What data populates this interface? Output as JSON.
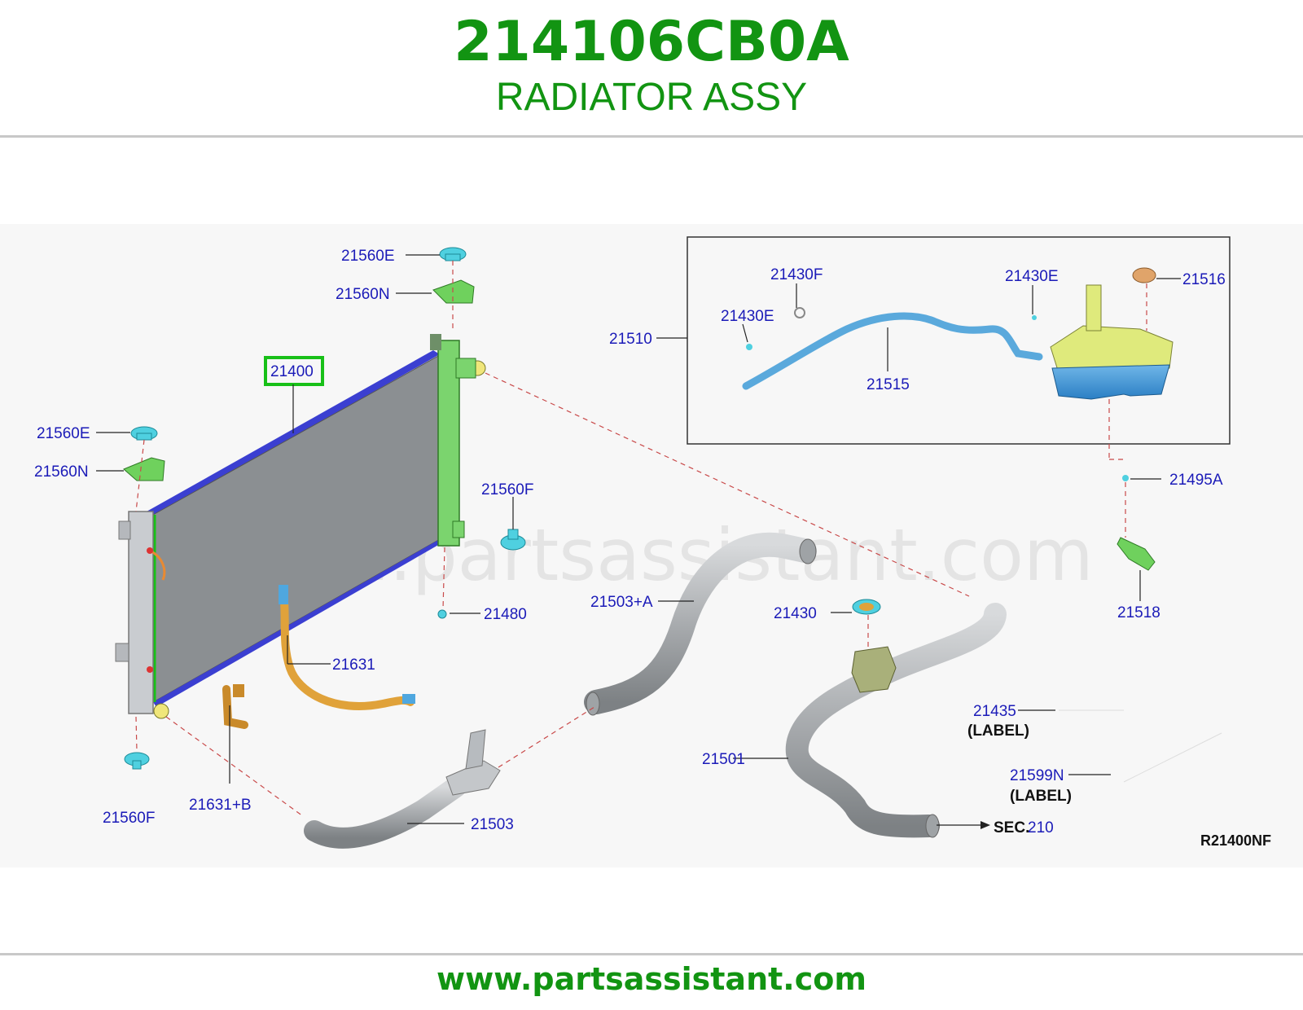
{
  "header": {
    "part_number": "214106CB0A",
    "part_name": "RADIATOR ASSY"
  },
  "diagram": {
    "watermark": "www.partsassistant.com",
    "reference_code": "R21400NF",
    "highlight_color": "#18c018",
    "callouts": {
      "c21560E_top": "21560E",
      "c21560N_top": "21560N",
      "c21400": "21400",
      "c21560E_left": "21560E",
      "c21560N_left": "21560N",
      "c21560F_right": "21560F",
      "c21480": "21480",
      "c21631": "21631",
      "c21631B": "21631+B",
      "c21560F_bottom": "21560F",
      "c21503": "21503",
      "c21503A": "21503+A",
      "c21430": "21430",
      "c21501": "21501",
      "c21510": "21510",
      "c21430F": "21430F",
      "c21430E_left": "21430E",
      "c21430E_right": "21430E",
      "c21515": "21515",
      "c21516": "21516",
      "c21495A": "21495A",
      "c21518": "21518",
      "c21435": "21435",
      "c21435_note": "(LABEL)",
      "c21599N": "21599N",
      "c21599N_note": "(LABEL)",
      "sec_prefix": "SEC.",
      "sec_number": "210"
    }
  },
  "footer": {
    "url": "www.partsassistant.com"
  }
}
